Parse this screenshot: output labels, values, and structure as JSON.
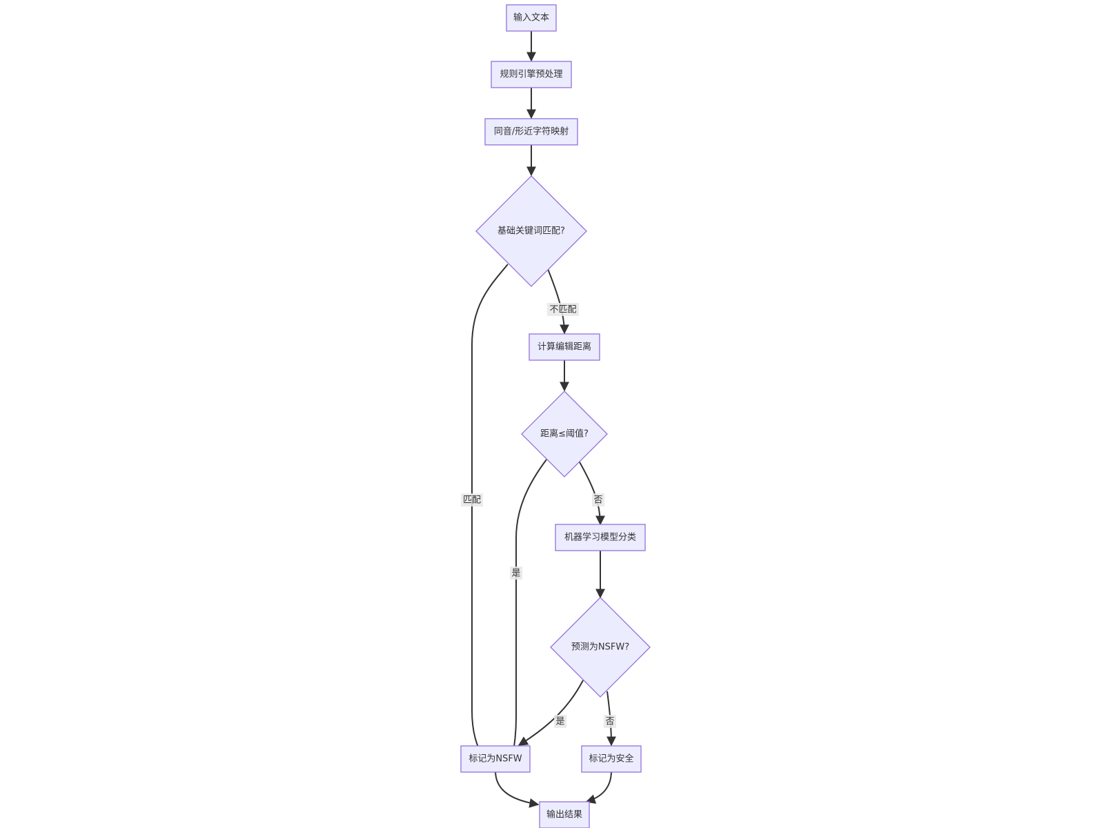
{
  "diagram": {
    "nodes": [
      {
        "id": "input",
        "label": "输入文本",
        "shape": "rect"
      },
      {
        "id": "rules",
        "label": "规则引擎预处理",
        "shape": "rect"
      },
      {
        "id": "map",
        "label": "同音/形近字符映射",
        "shape": "rect"
      },
      {
        "id": "kw",
        "label": "基础关键词匹配?",
        "shape": "diamond"
      },
      {
        "id": "edit",
        "label": "计算编辑距离",
        "shape": "rect"
      },
      {
        "id": "dist",
        "label": "距离≤阈值?",
        "shape": "diamond"
      },
      {
        "id": "ml",
        "label": "机器学习模型分类",
        "shape": "rect"
      },
      {
        "id": "pred",
        "label": "预测为NSFW?",
        "shape": "diamond"
      },
      {
        "id": "nsfw",
        "label": "标记为NSFW",
        "shape": "rect"
      },
      {
        "id": "safe",
        "label": "标记为安全",
        "shape": "rect"
      },
      {
        "id": "out",
        "label": "输出结果",
        "shape": "rect"
      }
    ],
    "edges": [
      {
        "id": "e1",
        "from": "input",
        "to": "rules",
        "label": ""
      },
      {
        "id": "e2",
        "from": "rules",
        "to": "map",
        "label": ""
      },
      {
        "id": "e3",
        "from": "map",
        "to": "kw",
        "label": ""
      },
      {
        "id": "e4",
        "from": "kw",
        "to": "nsfw",
        "label": "匹配"
      },
      {
        "id": "e5",
        "from": "kw",
        "to": "edit",
        "label": "不匹配"
      },
      {
        "id": "e6",
        "from": "edit",
        "to": "dist",
        "label": ""
      },
      {
        "id": "e7",
        "from": "dist",
        "to": "nsfw",
        "label": "是"
      },
      {
        "id": "e8",
        "from": "dist",
        "to": "ml",
        "label": "否"
      },
      {
        "id": "e9",
        "from": "ml",
        "to": "pred",
        "label": ""
      },
      {
        "id": "e10",
        "from": "pred",
        "to": "nsfw",
        "label": "是"
      },
      {
        "id": "e11",
        "from": "pred",
        "to": "safe",
        "label": "否"
      },
      {
        "id": "e12",
        "from": "nsfw",
        "to": "out",
        "label": ""
      },
      {
        "id": "e13",
        "from": "safe",
        "to": "out",
        "label": ""
      }
    ]
  },
  "colors": {
    "node_fill": "#ECECFF",
    "node_stroke": "#9370DB",
    "edge": "#333333",
    "text": "#333333",
    "label_bg": "#e8e8e8"
  }
}
